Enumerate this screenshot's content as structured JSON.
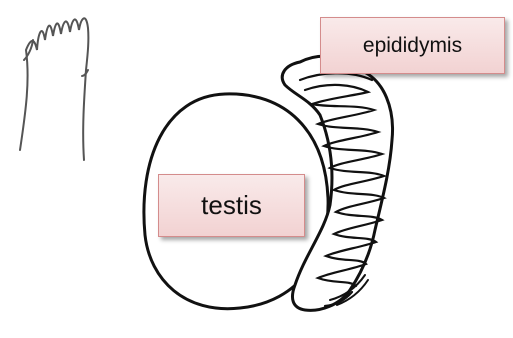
{
  "labels": {
    "epididymis": "epididymis",
    "testis": "testis"
  },
  "colors": {
    "stroke": "#111111",
    "sketch_stroke": "#555555",
    "label_fill": "#f5dede",
    "label_border": "#d48c8c"
  },
  "icons": {
    "inset": "seminiferous-tubule-sketch",
    "testis": "testis-outline",
    "epididymis": "coiled-duct"
  }
}
